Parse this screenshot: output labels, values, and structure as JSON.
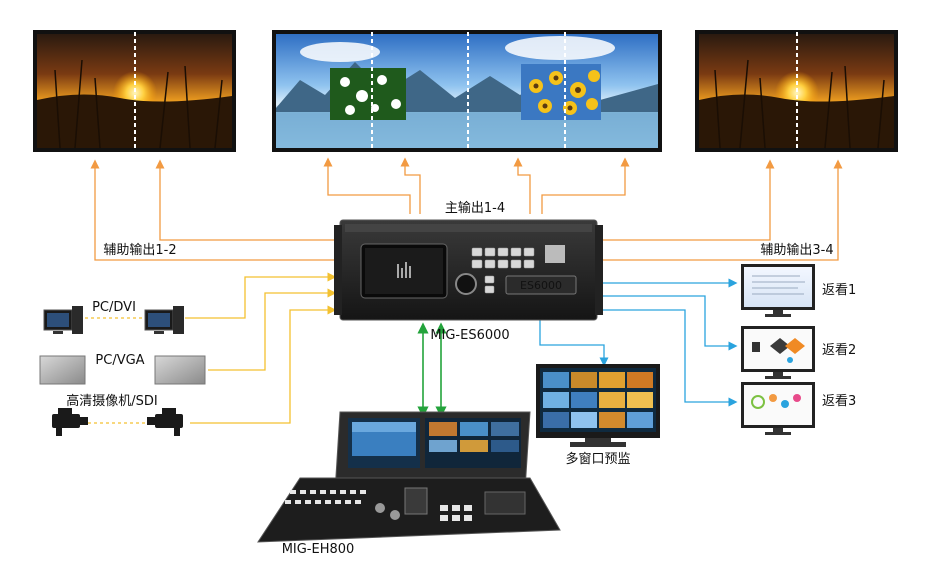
{
  "labels": {
    "main_output": "主输出1-4",
    "aux_left": "辅助输出1-2",
    "aux_right": "辅助输出3-4",
    "pc_dvi": "PC/DVI",
    "pc_vga": "PC/VGA",
    "camera_sdi": "高清摄像机/SDI",
    "processor_model": "MIG-ES6000",
    "processor_badge": "ES6000",
    "console_model": "MIG-EH800",
    "monitor_1": "返看1",
    "monitor_2": "返看2",
    "monitor_3": "返看3",
    "multiview": "多窗口预监"
  },
  "colors": {
    "output_line": "#f29a42",
    "input_line": "#f3c130",
    "monitor_line": "#2aa3de",
    "control_line": "#23a33b"
  },
  "icons": {
    "screen_image": "sunset-field-image",
    "wall_image": "lake-mountain-image",
    "pip_left": "white-flower-image",
    "pip_right": "sunflower-image"
  }
}
